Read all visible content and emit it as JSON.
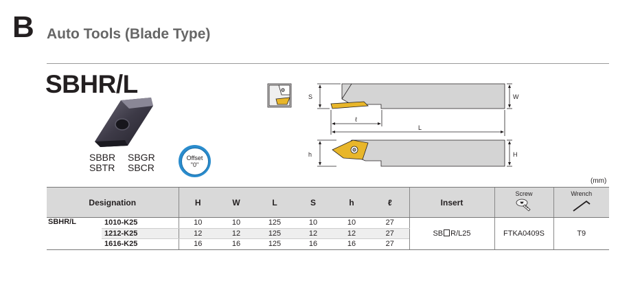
{
  "section": {
    "letter": "B",
    "title": "Auto Tools (Blade Type)"
  },
  "product": {
    "name": "SBHR/L"
  },
  "inserts": {
    "row1": [
      "SBBR",
      "SBGR"
    ],
    "row2": [
      "SBTR",
      "SBCR"
    ]
  },
  "offset_badge": {
    "line1": "Offset",
    "line2": "\"0\""
  },
  "drawing_labels": {
    "s": "S",
    "w": "W",
    "l_small": "ℓ",
    "l_big": "L",
    "h_small": "h",
    "h_big": "H"
  },
  "unit": "(mm)",
  "table": {
    "headers": {
      "designation": "Designation",
      "H": "H",
      "W": "W",
      "L": "L",
      "S": "S",
      "h": "h",
      "l": "ℓ",
      "insert": "Insert",
      "screw": "Screw",
      "wrench": "Wrench"
    },
    "series": "SBHR/L",
    "rows": [
      {
        "code": "1010-K25",
        "H": "10",
        "W": "10",
        "L": "125",
        "S": "10",
        "h": "10",
        "l": "27"
      },
      {
        "code": "1212-K25",
        "H": "12",
        "W": "12",
        "L": "125",
        "S": "12",
        "h": "12",
        "l": "27"
      },
      {
        "code": "1616-K25",
        "H": "16",
        "W": "16",
        "L": "125",
        "S": "16",
        "h": "16",
        "l": "27"
      }
    ],
    "insert_prefix": "SB",
    "insert_suffix": "R/L25",
    "screw_code": "FTKA0409S",
    "wrench_code": "T9"
  },
  "colors": {
    "insert_gold": "#e8b62a",
    "badge_blue": "#2a8ccd",
    "header_gray": "#d9d9d9",
    "tool_gray": "#d0d0d0"
  }
}
